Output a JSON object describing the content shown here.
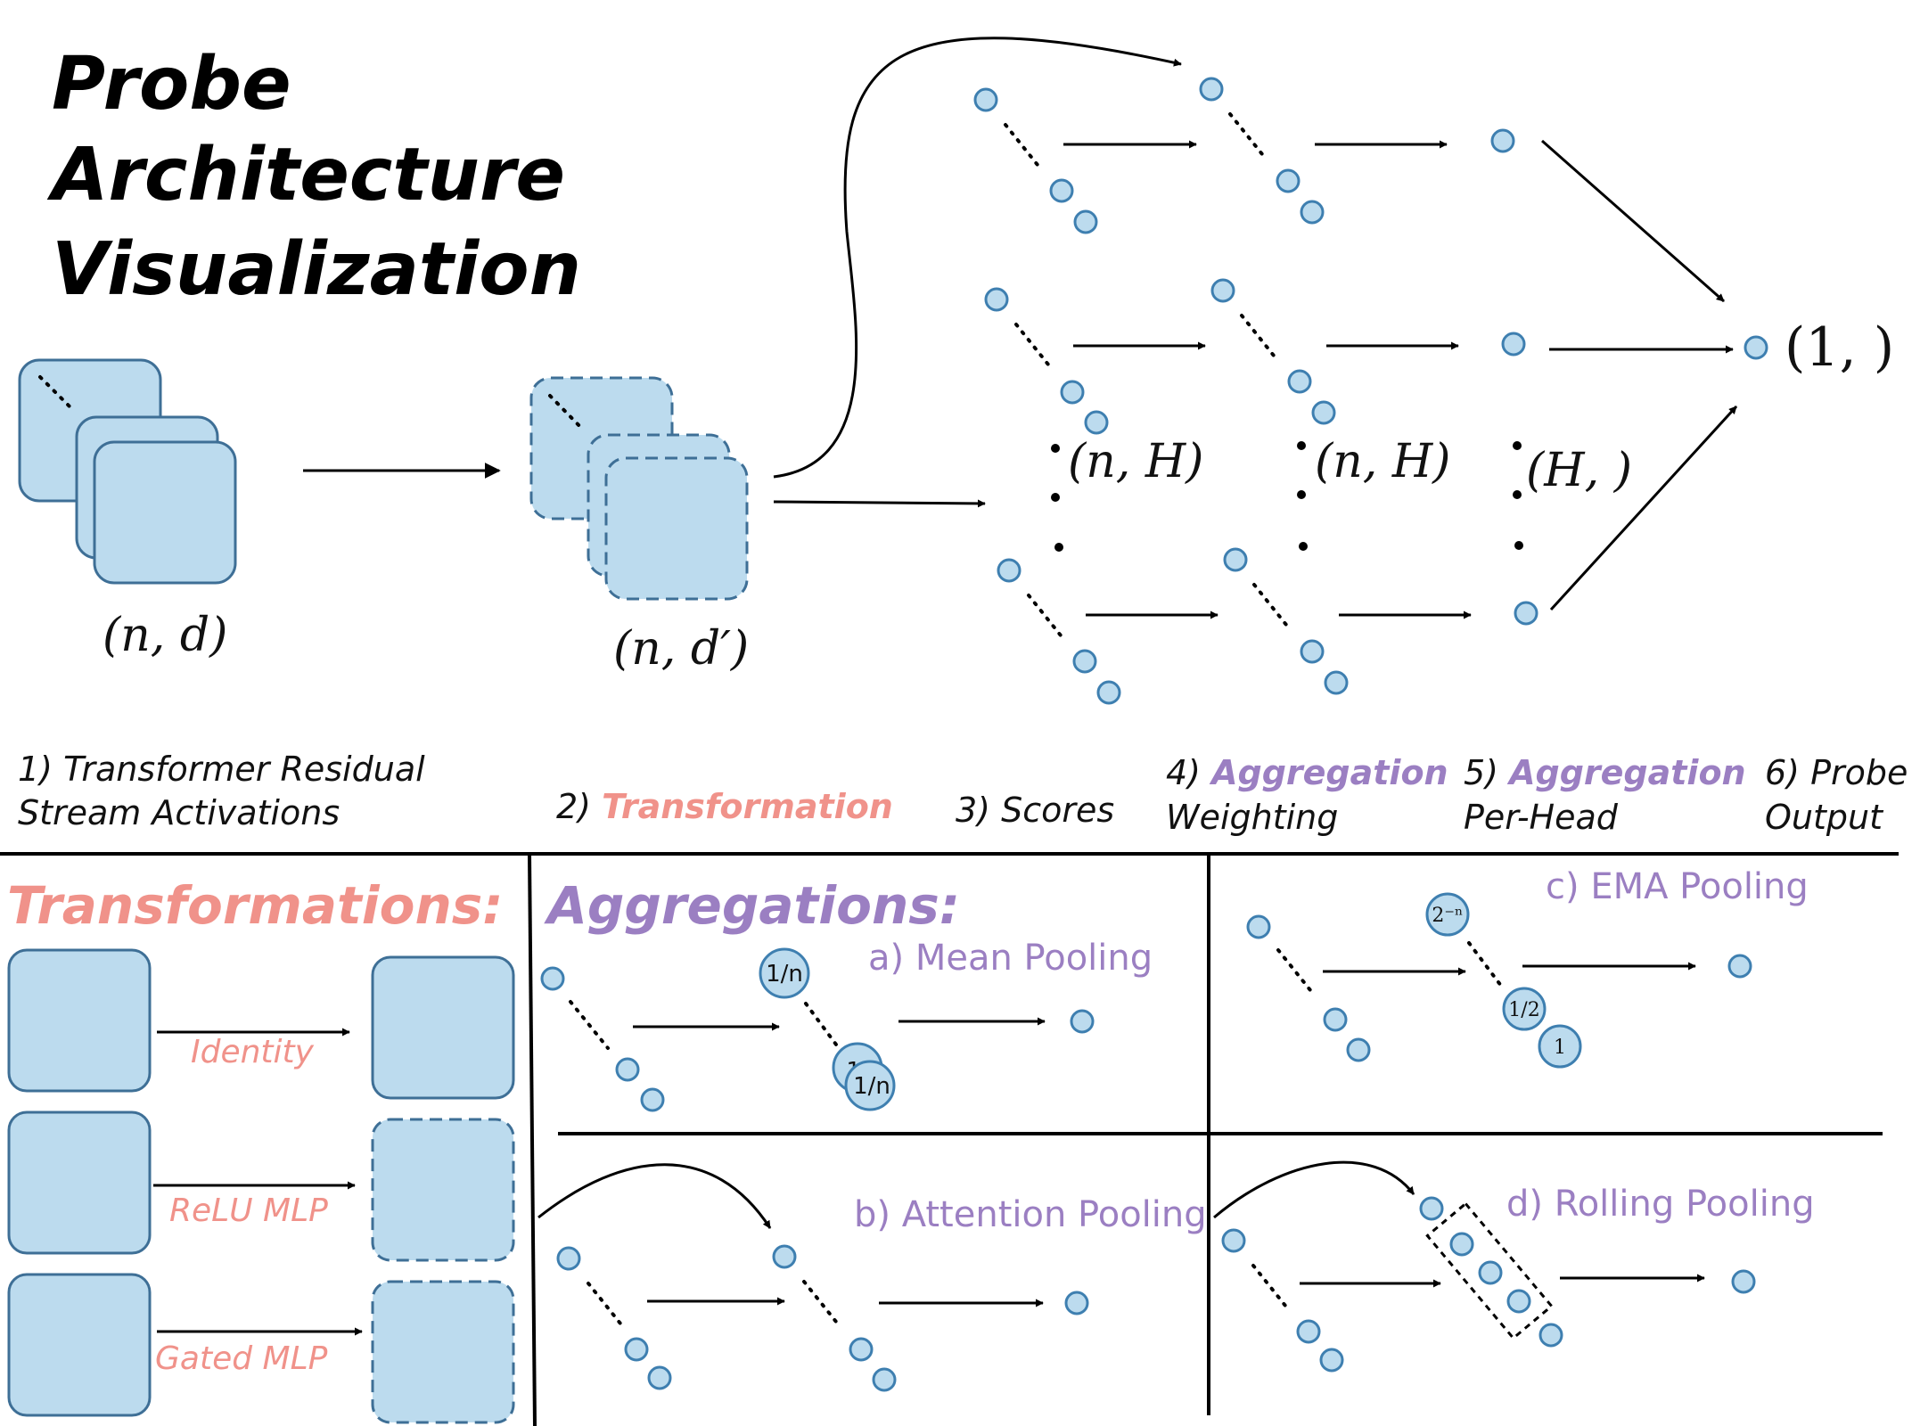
{
  "title": {
    "line1": "Probe",
    "line2": "Architecture",
    "line3": "Visualization"
  },
  "shapes": {
    "input": "(n, d)",
    "transformed": "(n, d′)",
    "scores": "(n, H)",
    "weights": "(n, H)",
    "per_head": "(H, )",
    "output": "(1, )"
  },
  "stages": {
    "s1_line1": "1) Transformer Residual",
    "s1_line2": "Stream Activations",
    "s2_prefix": "2) ",
    "s2_emph": "Transformation",
    "s3": "3) Scores",
    "s4_prefix": "4) ",
    "s4_emph": "Aggregation",
    "s4_line2": "Weighting",
    "s5_prefix": "5) ",
    "s5_emph": "Aggregation",
    "s5_line2": "Per-Head",
    "s6_line1": "6) Probe",
    "s6_line2": "Output"
  },
  "transformations": {
    "heading": "Transformations:",
    "items": [
      "Identity",
      "ReLU MLP",
      "Gated MLP"
    ]
  },
  "aggregations": {
    "heading": "Aggregations:",
    "mean": "a) Mean Pooling",
    "attention": "b) Attention Pooling",
    "ema": "c) EMA Pooling",
    "rolling": "d) Rolling Pooling",
    "mean_weight": "1/n",
    "mean_weight_partial": "1/",
    "ema_weights": [
      "2⁻ⁿ",
      "1/2",
      "1"
    ]
  },
  "colors": {
    "node_fill": "#bcdbee",
    "node_stroke": "#3e7fb0",
    "purple": "#9b7fc2",
    "salmon": "#f0928a"
  }
}
